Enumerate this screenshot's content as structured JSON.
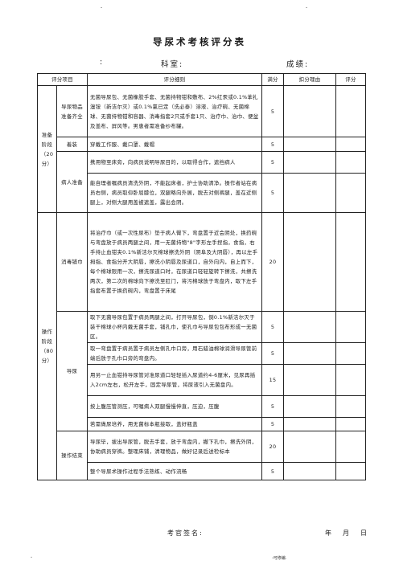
{
  "marks": {
    "top_left": "-",
    "top_right": "-",
    "bottom_left": "-",
    "bottom_right": "-可修编."
  },
  "title": "导尿术考核评分表",
  "header": {
    "prefix": ":",
    "department": "科室:",
    "score": "成绩:"
  },
  "columns": [
    "评分项目",
    "评分细则",
    "满分",
    "扣分理由",
    "评分"
  ],
  "sections": [
    {
      "name": "准备阶段（20分）",
      "rows": [
        {
          "sub": "导尿物品准备齐全",
          "detail": "无菌导尿包、无菌橡胶手套、无菌持物钳和敷布、2%红汞或0.1%苯扎溴铵（新洁尔灭）或0.1%氯已定（洗必泰）溶液、治疗碗、无菌棉球、无菌持物钳和容器、消毒指套2只或手套1只、治疗巾、治巾、便盆及盖布、屏风等。男患者需准备纱布罐。",
          "max": "5"
        },
        {
          "sub": "着装",
          "detail": "穿戴工作服、戴口罩、戴帽",
          "max": "5"
        },
        {
          "sub": "病人准备",
          "detail": "携用物至床旁，向病员说明导尿目的，以取得合作，遮挡病人",
          "max": "5"
        },
        {
          "sub": "",
          "detail": "能自理者嘱病员清洗外阴，不能起床者，护士协助清净。操作者站在病员右侧，病员取仰卧屈膝位，双腿略向外展，脱去对侧裤腿，盖在近侧腿上，对侧大腿用盖被遮盖，露出会阴。",
          "max": "5"
        }
      ]
    },
    {
      "name": "操作阶段（80分）",
      "rows": [
        {
          "sub": "消毒铺巾",
          "detail": "将治疗巾（或一次性尿布）垫于病人臀下，弯盘置于近会阴处，换药碗与弯盘放于病员两腿之间，用一无菌持物\"8\"字形左手捏指，食指，右手持止血钳夹0.1%新洁尔灭棉球擦洗外阴（阴阜及大阴唇），再以左手拇指、食指分开大阴唇，擦洗小阴唇及尿道口，自外向内，自上而下，每个棉球限用一次，擦洗尿道口时，在尿道口轻轻旋转下擦洗，共擦洗两次，第二次的棉球向下擦洗至肛门，将污棉球放于弯盘内，取下左手指套布置于换药碗内，弯盘置于床尾",
          "max": "20"
        },
        {
          "sub": "导尿",
          "detail": "取下无菌导尿包置于病员两腿之间，打开导尿包，倒0.1%新洁尔灭于装干棉球小杯内戴无菌手套，铺孔巾，使孔巾与导尿包包布形成一无菌区。",
          "max": "5"
        },
        {
          "sub": "",
          "detail": "取一弯盘置于病员置于病员左侧孔巾口旁，用石蜡油棉球润滑导尿管前端后放于孔巾口旁的弯盘内。",
          "max": "5"
        },
        {
          "sub": "",
          "detail": "用另一止血钳持导尿管对准尿道口轻轻插入尿道约4-6厘米，见尿再插入2cm左右，松开左手，固定导尿管，将尿液引入无菌盘内。",
          "max": "15"
        },
        {
          "sub": "",
          "detail": "按上腹压管测压，可嘱病人双腿慢慢伸直，压迫，压腹",
          "max": "5"
        },
        {
          "sub": "",
          "detail": "若需做尿培养，用无菌标本瓶接取，盖好瓶盖",
          "max": "5"
        },
        {
          "sub": "操作结束",
          "detail": "导尿毕，拔出导尿管，脱去手套，放于弯盘内，撤下孔巾，擦洗外阴，协助病员穿裤。整理床铺，清理物品，做好记录后送检标本",
          "max": "20"
        },
        {
          "sub": "",
          "detail": "整个导尿术操作过程手法熟练、动作流畅",
          "max": "5"
        }
      ]
    }
  ],
  "footer": {
    "examiner": "考官签名:",
    "year": "年",
    "month": "月",
    "day": "日"
  }
}
